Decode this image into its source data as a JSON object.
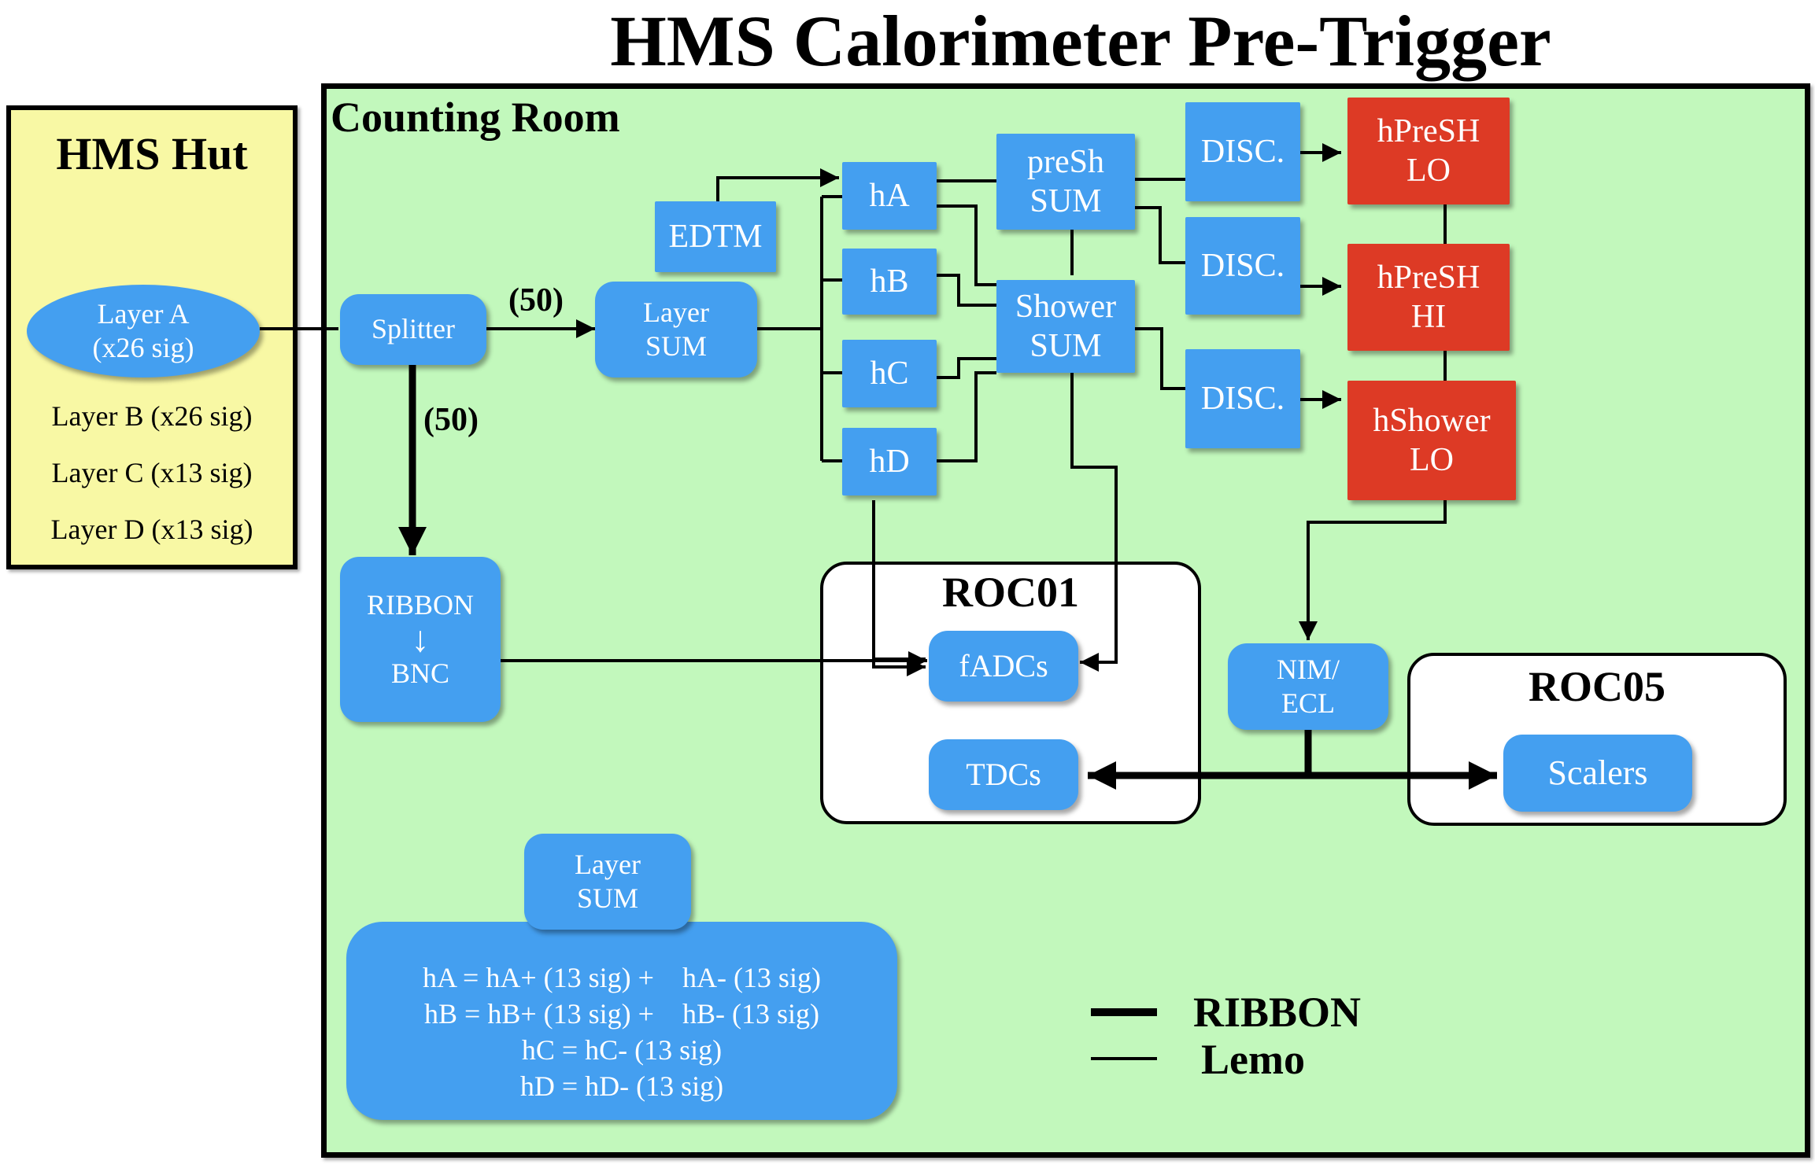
{
  "title": "HMS Calorimeter Pre-Trigger",
  "hut": {
    "title": "HMS Hut",
    "layer_a": [
      "Layer  A",
      "(x26 sig)"
    ],
    "layers": [
      "Layer B (x26 sig)",
      "Layer C (x13 sig)",
      "Layer D (x13 sig)"
    ]
  },
  "room": {
    "title": "Counting Room",
    "splitter": "Splitter",
    "count_right": "(50)",
    "count_down": "(50)",
    "ribbon_bnc": {
      "top": "RIBBON",
      "arrow": "↓",
      "bottom": "BNC"
    },
    "edtm": "EDTM",
    "layer_sum": [
      "Layer",
      "SUM"
    ],
    "channels": [
      "hA",
      "hB",
      "hC",
      "hD"
    ],
    "presh_sum": [
      "preSh",
      "SUM"
    ],
    "shower_sum": [
      "Shower",
      "SUM"
    ],
    "discs": [
      "DISC.",
      "DISC.",
      "DISC."
    ],
    "outputs": [
      [
        "hPreSH",
        "LO"
      ],
      [
        "hPreSH",
        "HI"
      ],
      [
        "hShower",
        "LO"
      ]
    ],
    "roc01": {
      "title": "ROC01",
      "fadcs": "fADCs",
      "tdcs": "TDCs"
    },
    "nim_ecl": [
      "NIM/",
      "ECL"
    ],
    "roc05": {
      "title": "ROC05",
      "scalers": "Scalers"
    },
    "note": {
      "header": [
        "Layer",
        "SUM"
      ],
      "lines": [
        "hA = hA+ (13 sig) +    hA- (13 sig)",
        "hB = hB+ (13 sig) +    hB- (13 sig)",
        "hC = hC- (13 sig)",
        "hD = hD- (13 sig)"
      ]
    },
    "legend": {
      "ribbon": "RIBBON",
      "lemo": "Lemo"
    }
  },
  "colors": {
    "hut_fill": "#f8f8a4",
    "room_fill": "#c2f8bc",
    "module_blue": "#449ff0",
    "trigger_red": "#dd3a25"
  }
}
